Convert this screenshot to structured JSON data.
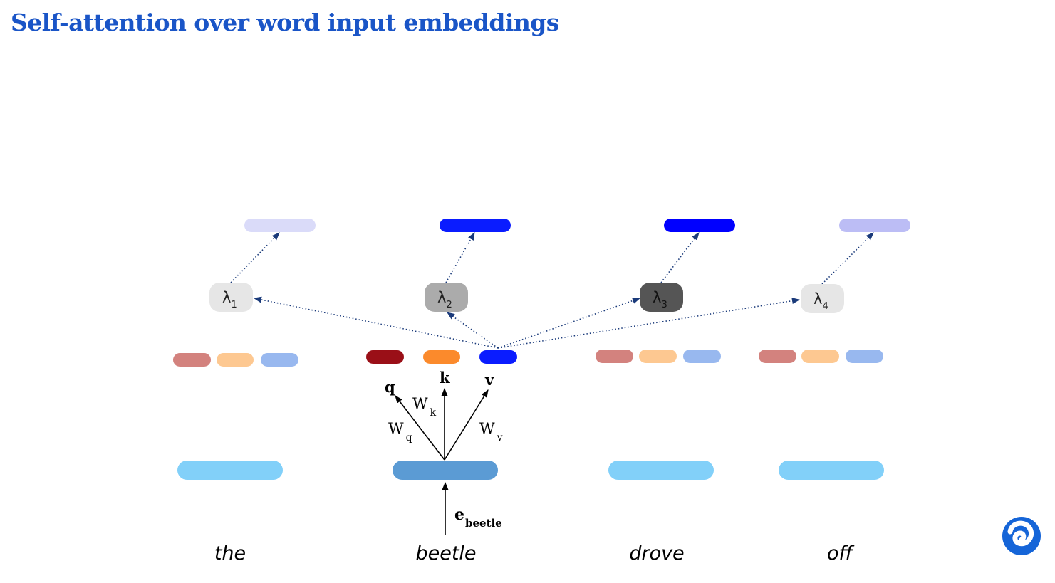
{
  "title": "Self-attention over word input embeddings",
  "tokens": [
    "the",
    "beetle",
    "drove",
    "off"
  ],
  "embedding_label": {
    "base": "e",
    "sub": "beetle"
  },
  "vectors": {
    "q": "q",
    "k": "k",
    "v": "v"
  },
  "weights": [
    {
      "base": "W",
      "sub": "q"
    },
    {
      "base": "W",
      "sub": "k"
    },
    {
      "base": "W",
      "sub": "v"
    }
  ],
  "lambdas": [
    {
      "base": "λ",
      "sub": "1",
      "shade": "#e6e6e6",
      "text_color": "#222222"
    },
    {
      "base": "λ",
      "sub": "2",
      "shade": "#ababab",
      "text_color": "#222222"
    },
    {
      "base": "λ",
      "sub": "3",
      "shade": "#555555",
      "text_color": "#111111"
    },
    {
      "base": "λ",
      "sub": "4",
      "shade": "#e6e6e6",
      "text_color": "#222222"
    }
  ],
  "output_colors": [
    "#dadbf9",
    "#0a1cff",
    "#0000ff",
    "#bcbdf5"
  ],
  "colors": {
    "title": "#1a55c7",
    "embedding": "#82d0f9",
    "embedding_active": "#5b9bd4",
    "q_faded": "#d3827e",
    "k_faded": "#fdc891",
    "v_faded": "#98b8ef",
    "q_active": "#9a0f17",
    "k_active": "#fb8a2c",
    "v_active": "#0a1cff",
    "dotted_arrow": "#1a3a7a",
    "arrow": "#000000",
    "logo": "#1565d8"
  },
  "logo": "spiral-logo-icon"
}
